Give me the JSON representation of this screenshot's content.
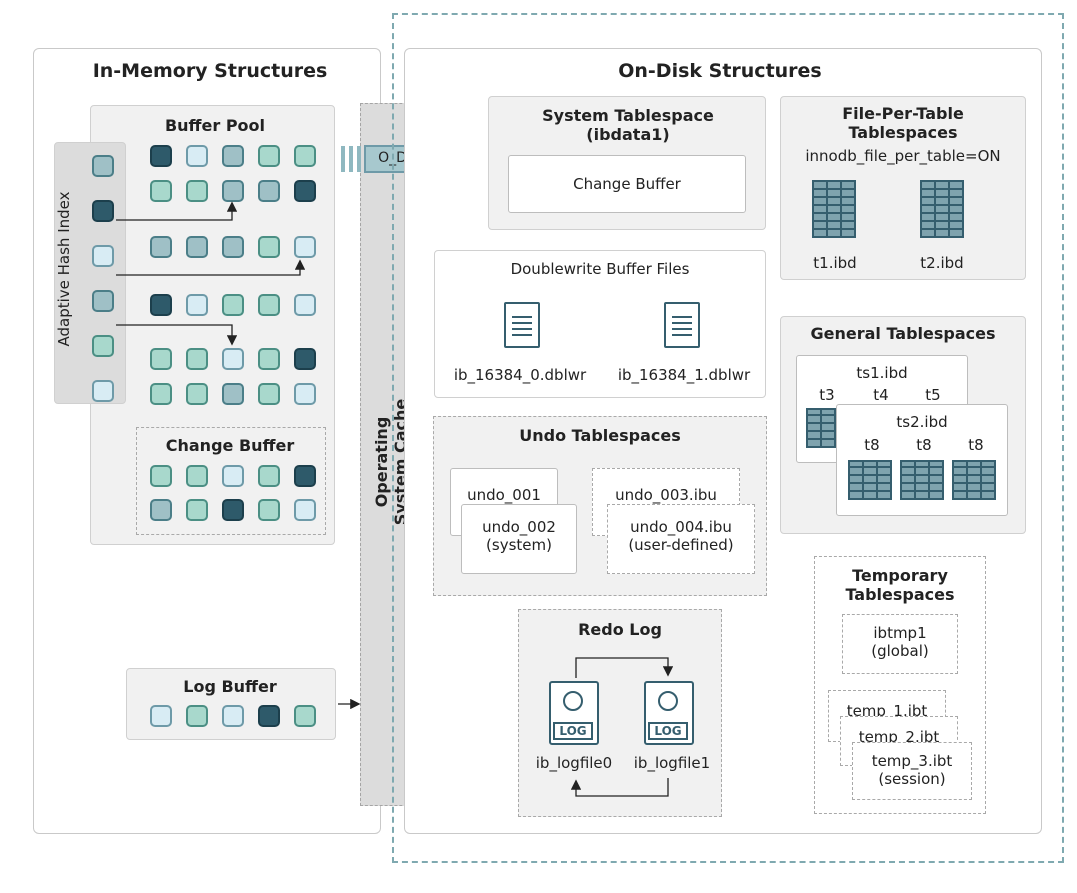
{
  "in_memory": {
    "title": "In-Memory Structures",
    "buffer_pool": {
      "title": "Buffer Pool"
    },
    "adaptive_hash_index": {
      "label": "Adaptive Hash Index"
    },
    "change_buffer": {
      "title": "Change Buffer"
    },
    "log_buffer": {
      "title": "Log Buffer"
    }
  },
  "os_cache": {
    "label_line1": "Operating",
    "label_line2": "System Cache"
  },
  "o_direct": {
    "label": "O_DIRECT"
  },
  "on_disk": {
    "title": "On-Disk Structures",
    "system_tablespace": {
      "title_line1": "System Tablespace",
      "title_line2": "(ibdata1)",
      "change_buffer": "Change Buffer"
    },
    "file_per_table": {
      "title_line1": "File-Per-Table",
      "title_line2": "Tablespaces",
      "setting": "innodb_file_per_table=ON",
      "files": [
        "t1.ibd",
        "t2.ibd"
      ]
    },
    "doublewrite": {
      "title": "Doublewrite Buffer Files",
      "files": [
        "ib_16384_0.dblwr",
        "ib_16384_1.dblwr"
      ]
    },
    "general": {
      "title": "General Tablespaces",
      "ts1": "ts1.ibd",
      "ts1_tables": [
        "t3",
        "t4",
        "t5"
      ],
      "ts2": "ts2.ibd",
      "ts2_tables": [
        "t8",
        "t8",
        "t8"
      ]
    },
    "undo": {
      "title": "Undo Tablespaces",
      "undo_001": "undo_001",
      "undo_002_line1": "undo_002",
      "undo_002_line2": "(system)",
      "undo_003": "undo_003.ibu",
      "undo_004_line1": "undo_004.ibu",
      "undo_004_line2": "(user-defined)"
    },
    "temporary": {
      "title_line1": "Temporary",
      "title_line2": "Tablespaces",
      "ibtmp1_line1": "ibtmp1",
      "ibtmp1_line2": "(global)",
      "temp_1": "temp_1.ibt",
      "temp_2": "temp_2.ibt",
      "temp_3_line1": "temp_3.ibt",
      "temp_3_line2": "(session)"
    },
    "redo_log": {
      "title": "Redo Log",
      "icon_label": "LOG",
      "files": [
        "ib_logfile0",
        "ib_logfile1"
      ]
    }
  },
  "colors": {
    "dark": "#2e5a6a",
    "mid": "#9fc0c6",
    "teal": "#a8d8cc",
    "light": "#d8ecf4",
    "dashed_border": "#7fa9b0"
  }
}
